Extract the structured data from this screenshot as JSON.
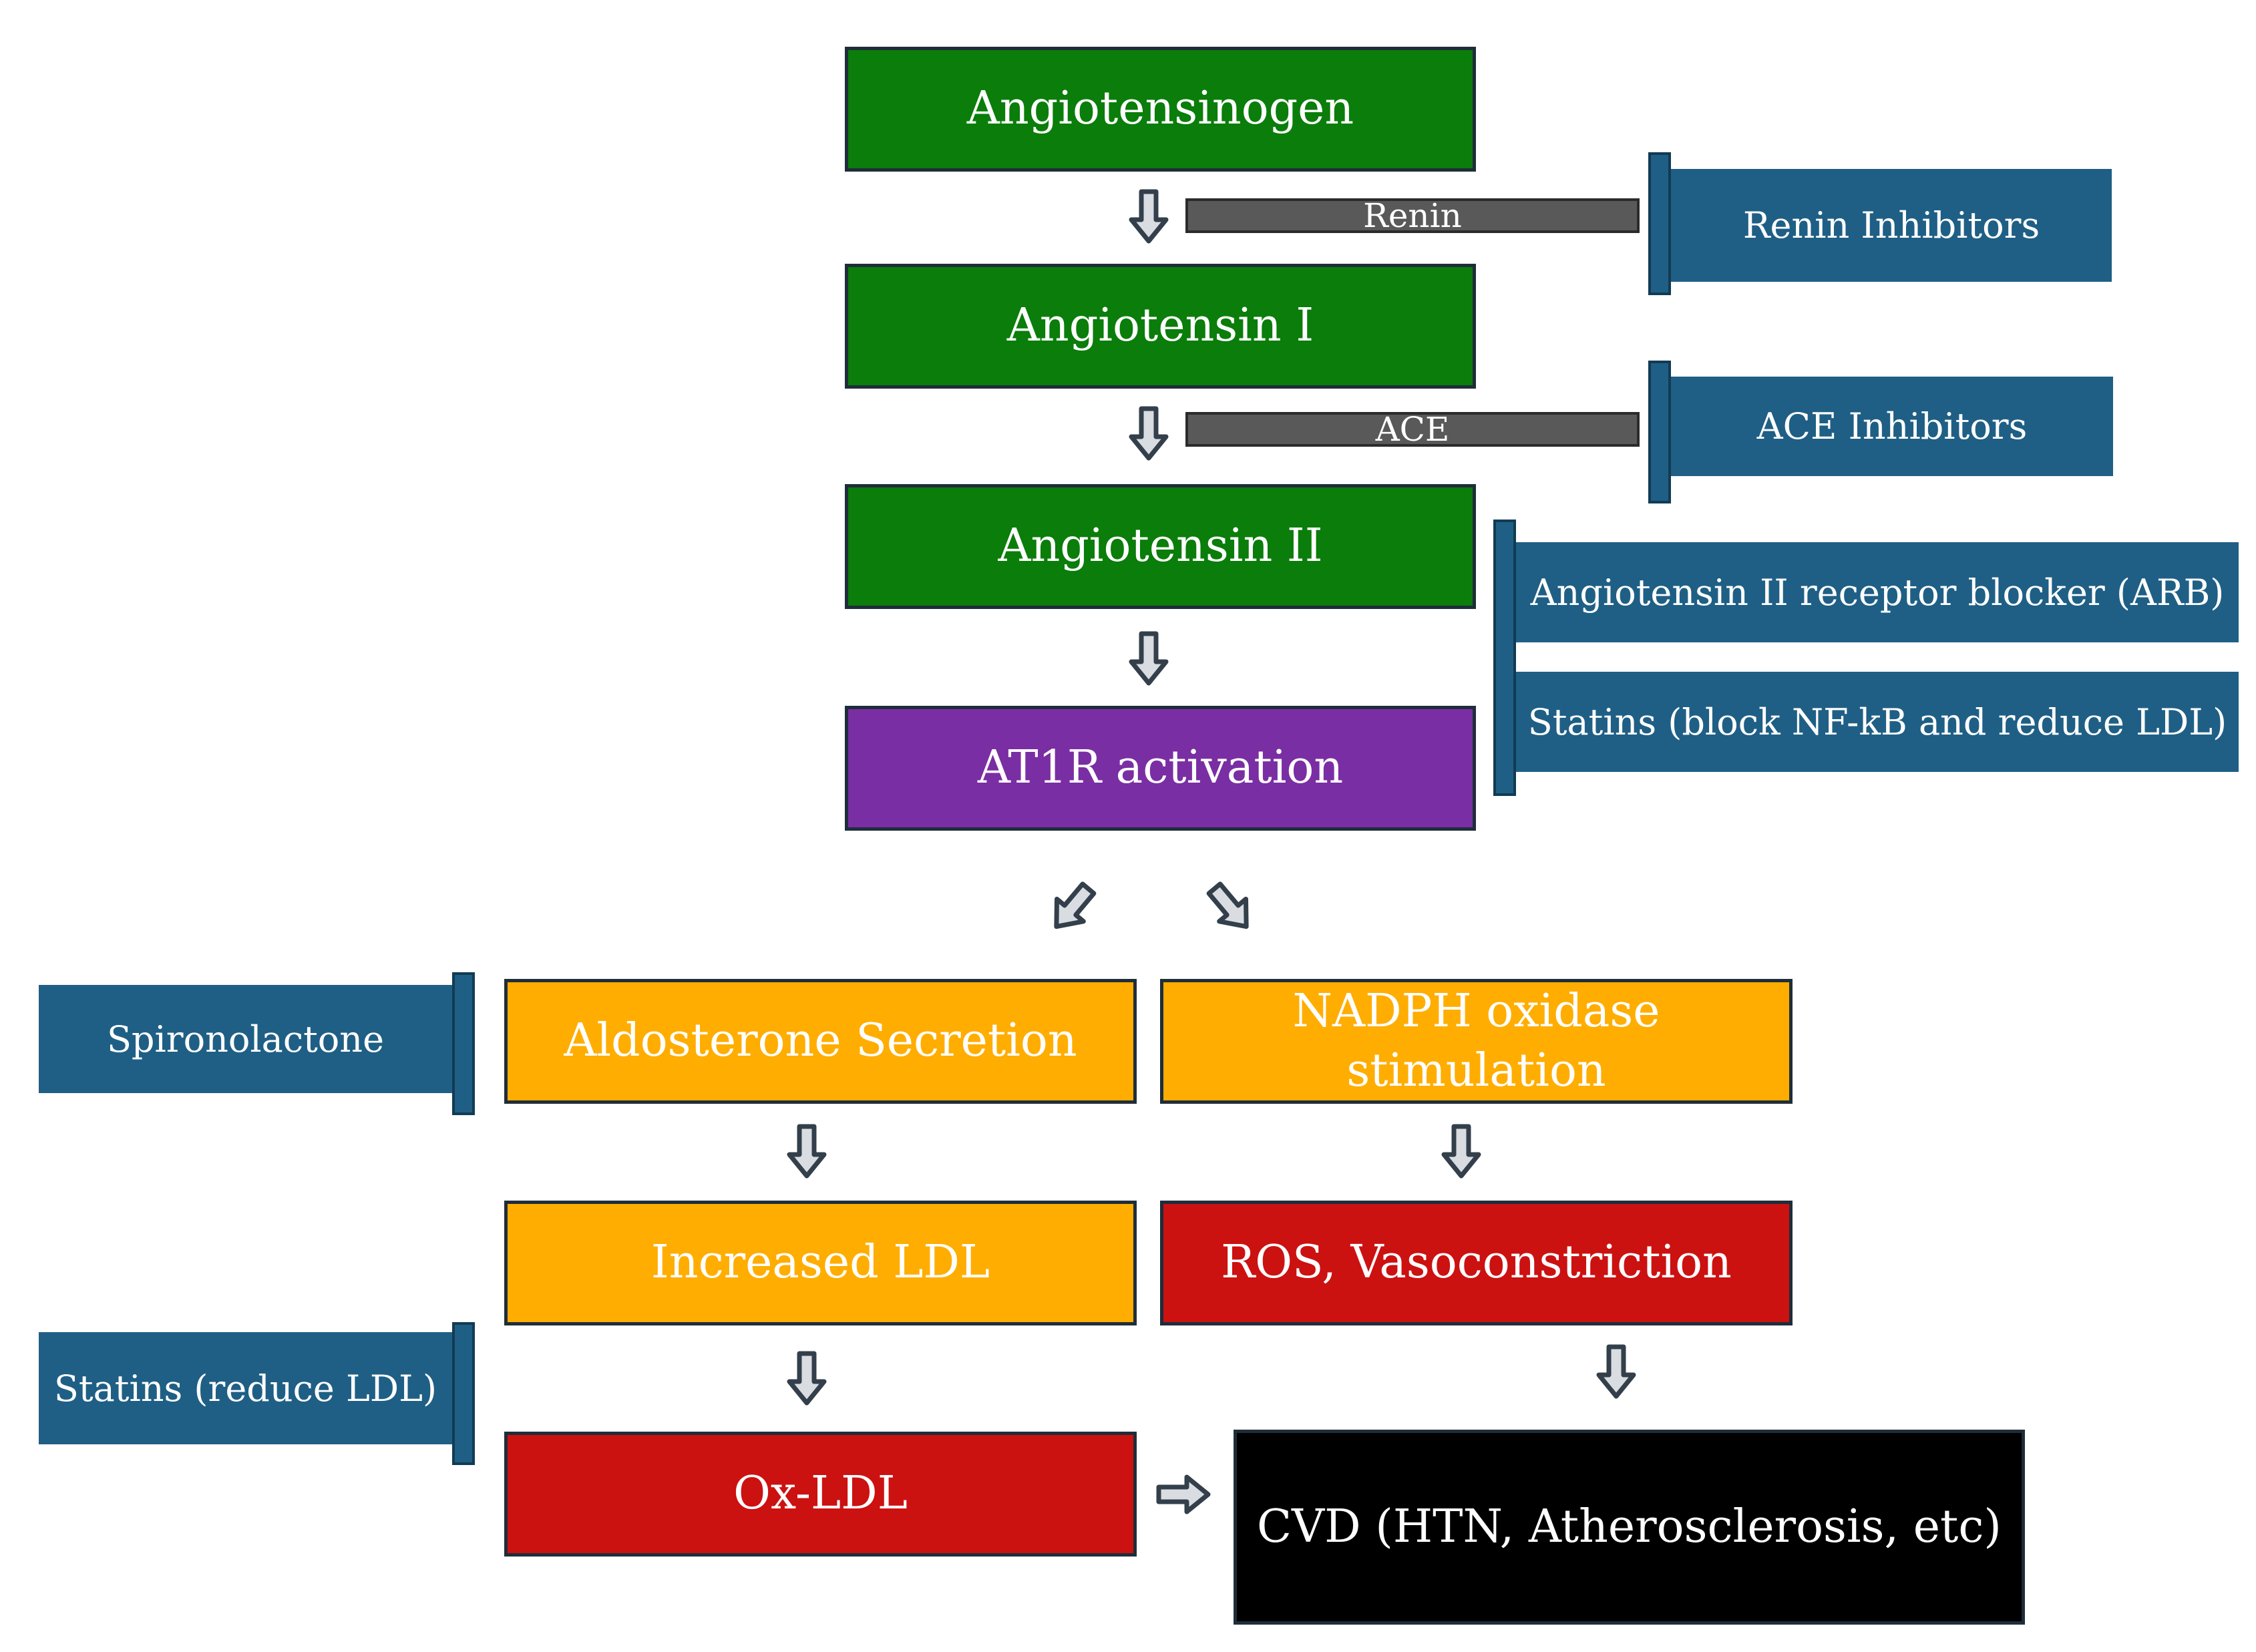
{
  "colors": {
    "green": "#0a7d0a",
    "purple": "#7a2ea3",
    "orange": "#ffad00",
    "red": "#cc1111",
    "black": "#000000",
    "inhibitor": "#1f5f85",
    "enzyme": "#595959",
    "arrow": "#333f4a"
  },
  "nodes": {
    "angiotensinogen": "Angiotensinogen",
    "angiotensin_i": "Angiotensin I",
    "angiotensin_ii": "Angiotensin II",
    "at1r": "AT1R activation",
    "aldosterone": "Aldosterone Secretion",
    "nadph_line1": "NADPH oxidase",
    "nadph_line2": "stimulation",
    "increased_ldl": "Increased LDL",
    "ros": "ROS, Vasoconstriction",
    "ox_ldl": "Ox-LDL",
    "cvd": "CVD (HTN, Atherosclerosis, etc)"
  },
  "enzymes": {
    "renin": "Renin",
    "ace": "ACE"
  },
  "inhibitors": {
    "renin_inhibitors": "Renin Inhibitors",
    "ace_inhibitors": "ACE Inhibitors",
    "arb": "Angiotensin II receptor blocker (ARB)",
    "statins_nfkb": "Statins (block NF-kB and reduce LDL)",
    "spironolactone": "Spironolactone",
    "statins_ldl": "Statins (reduce LDL)"
  },
  "icons": [
    "down-arrow-icon",
    "diagonal-arrow-icon",
    "right-arrow-icon"
  ]
}
